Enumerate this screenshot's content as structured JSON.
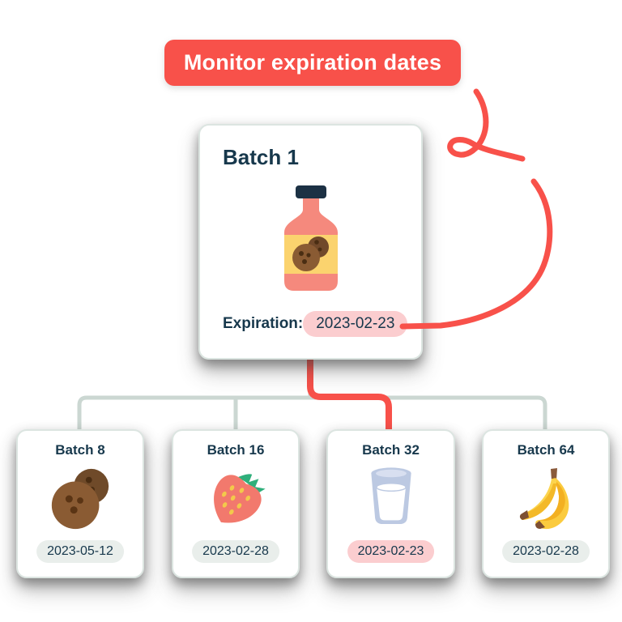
{
  "header": {
    "label": "Monitor expiration dates"
  },
  "main_card": {
    "title": "Batch 1",
    "icon": "bottle",
    "expiration_label": "Expiration:",
    "expiration_value": "2023-02-23",
    "badge_style": "pink"
  },
  "child_cards": [
    {
      "title": "Batch 8",
      "icon": "cookies",
      "expiration_value": "2023-05-12",
      "badge_style": "gray"
    },
    {
      "title": "Batch 16",
      "icon": "strawberry",
      "expiration_value": "2023-02-28",
      "badge_style": "gray"
    },
    {
      "title": "Batch 32",
      "icon": "milk-glass",
      "expiration_value": "2023-02-23",
      "badge_style": "pink"
    },
    {
      "title": "Batch 64",
      "icon": "bananas",
      "expiration_value": "2023-02-28",
      "badge_style": "gray"
    }
  ],
  "colors": {
    "accent_red": "#F8514A",
    "navy_text": "#17384C",
    "badge_pink": "#FBCDCF",
    "badge_gray": "#E9EEEB",
    "connector_gray": "#CBD7D2",
    "card_border": "#DCE5E1",
    "bottle_body": "#F5897D",
    "bottle_cap": "#1C3144",
    "bottle_label": "#FBD36E",
    "cookie_brown": "#8A5B33",
    "strawberry_red": "#F2796D",
    "leaf_green": "#2FAF7B",
    "banana_yellow": "#FBCB3E",
    "milk_blue": "#BCC9E2"
  }
}
